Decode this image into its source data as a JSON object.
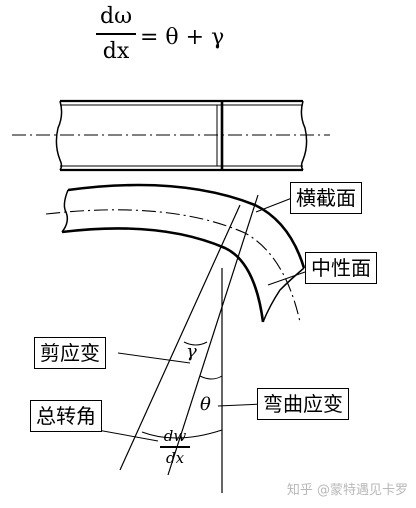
{
  "formula": {
    "numerator": "dω",
    "denominator": "dx",
    "rhs": "= θ + γ"
  },
  "labels": {
    "cross_section": "横截面",
    "neutral_plane": "中性面",
    "shear_strain": "剪应变",
    "total_rotation": "总转角",
    "bending_strain": "弯曲应变"
  },
  "symbols": {
    "gamma": "γ",
    "theta": "θ",
    "dw": "dw",
    "dx": "dx"
  },
  "watermark": "知乎 @蒙特遇见卡罗"
}
